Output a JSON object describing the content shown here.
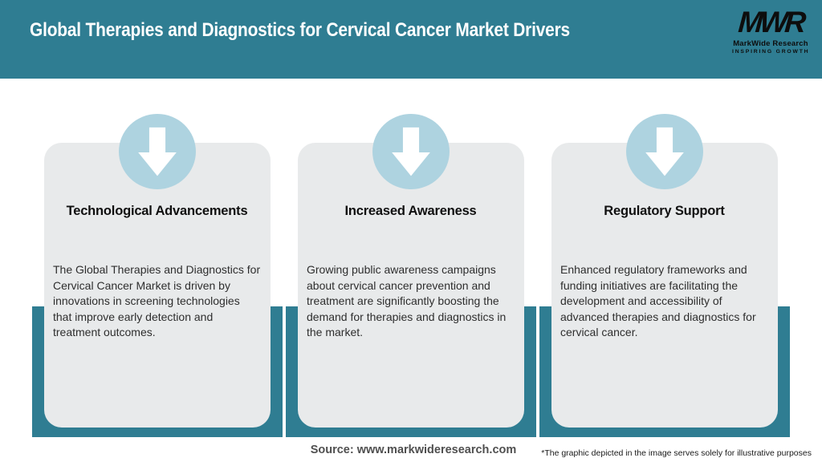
{
  "header": {
    "title": "Global Therapies and Diagnostics for Cervical Cancer Market Drivers",
    "logo": {
      "acronym": "MWR",
      "name": "MarkWide Research",
      "tagline": "INSPIRING GROWTH"
    }
  },
  "cards": [
    {
      "icon": "down-arrow-icon",
      "title": "Technological Advancements",
      "body": "The Global Therapies and Diagnostics for Cervical Cancer Market is driven by innovations in screening technologies that improve early detection and treatment outcomes."
    },
    {
      "icon": "down-arrow-icon",
      "title": "Increased Awareness",
      "body": "Growing public awareness campaigns about cervical cancer prevention and treatment are significantly boosting the demand for therapies and diagnostics in the market."
    },
    {
      "icon": "down-arrow-icon",
      "title": "Regulatory Support",
      "body": "Enhanced regulatory frameworks and funding initiatives are facilitating the development and accessibility of advanced therapies and diagnostics for cervical cancer."
    }
  ],
  "footer": {
    "source": "Source: www.markwideresearch.com",
    "disclaimer": "*The graphic depicted in the image serves solely for illustrative purposes"
  },
  "colors": {
    "header_teal": "#2f7d92",
    "backdrop_teal": "#2f7d92",
    "badge_blue": "#aed3e0",
    "card_gray": "#e8eaeb",
    "title_white": "#ffffff",
    "text_dark": "#2e2e2e"
  }
}
